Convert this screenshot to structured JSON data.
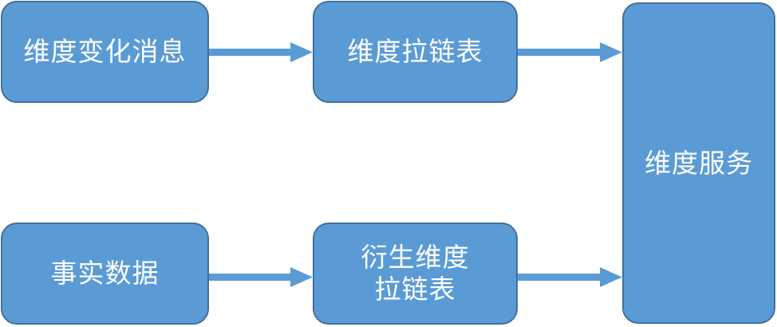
{
  "diagram": {
    "nodes": {
      "dim_change_message": "维度变化消息",
      "dim_zipper_table": "维度拉链表",
      "fact_data": "事实数据",
      "derived_dim_zipper_table": "衍生维度\n拉链表",
      "dim_service": "维度服务"
    },
    "edges": [
      {
        "from": "dim_change_message",
        "to": "dim_zipper_table"
      },
      {
        "from": "dim_zipper_table",
        "to": "dim_service"
      },
      {
        "from": "fact_data",
        "to": "derived_dim_zipper_table"
      },
      {
        "from": "derived_dim_zipper_table",
        "to": "dim_service"
      }
    ],
    "colors": {
      "node_fill": "#5b9bd5",
      "node_border": "#41719c",
      "node_text": "#ffffff",
      "arrow": "#5b9bd5"
    }
  }
}
